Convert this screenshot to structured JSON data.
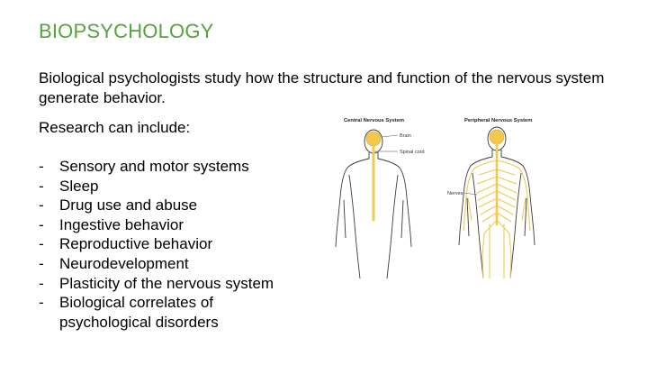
{
  "slide": {
    "title": "BIOPSYCHOLOGY",
    "intro": "Biological psychologists study how the structure and function of the nervous system generate behavior.",
    "subhead": "Research can include:",
    "bullet_marker": "-",
    "items": [
      "Sensory and motor systems",
      "Sleep",
      "Drug use and abuse",
      "Ingestive behavior",
      "Reproductive behavior",
      "Neurodevelopment",
      "Plasticity of the nervous system",
      "Biological correlates of psychological disorders"
    ]
  },
  "figure": {
    "left_heading": "Central Nervous System",
    "right_heading": "Peripheral Nervous System",
    "label_brain": "Brain",
    "label_spinal": "Spinal cord",
    "label_nerves": "Nerves",
    "nerve_color": "#f2c94c"
  }
}
